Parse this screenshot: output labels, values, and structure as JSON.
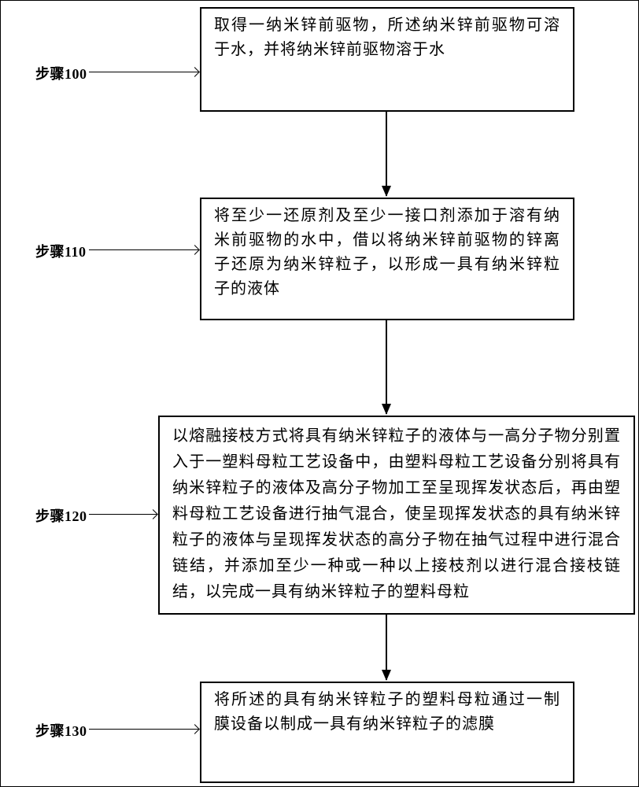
{
  "figure": {
    "steps": [
      {
        "label": "步骤100",
        "text": "取得一纳米锌前驱物，所述纳米锌前驱物可溶于水，并将纳米锌前驱物溶于水"
      },
      {
        "label": "步骤110",
        "text": "将至少一还原剂及至少一接口剂添加于溶有纳米前驱物的水中，借以将纳米锌前驱物的锌离子还原为纳米锌粒子，以形成一具有纳米锌粒子的液体"
      },
      {
        "label": "步骤120",
        "text": "以熔融接枝方式将具有纳米锌粒子的液体与一高分子物分别置入于一塑料母粒工艺设备中，由塑料母粒工艺设备分别将具有纳米锌粒子的液体及高分子物加工至呈现挥发状态后，再由塑料母粒工艺设备进行抽气混合，使呈现挥发状态的具有纳米锌粒子的液体与呈现挥发状态的高分子物在抽气过程中进行混合链结，并添加至少一种或一种以上接枝剂以进行混合接枝链结，以完成一具有纳米锌粒子的塑料母粒"
      },
      {
        "label": "步骤130",
        "text": "将所述的具有纳米锌粒子的塑料母粒通过一制膜设备以制成一具有纳米锌粒子的滤膜"
      }
    ]
  }
}
